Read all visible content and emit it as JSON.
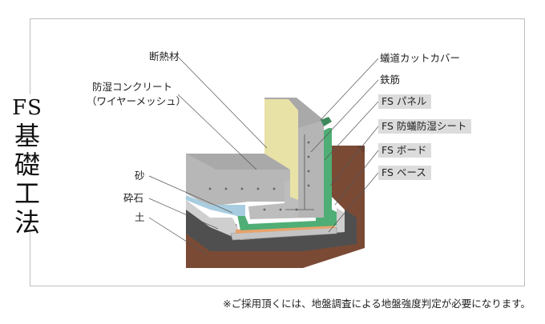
{
  "title": {
    "line1": "FS",
    "line2": "基",
    "line3": "礎",
    "line4": "工",
    "line5": "法"
  },
  "labels": {
    "insulation": "断熱材",
    "concrete": "防湿コンクリート",
    "wire_mesh": "（ワイヤーメッシュ）",
    "sand": "砂",
    "gravel": "砕石",
    "soil": "土",
    "termite_cover": "蟻道カットカバー",
    "rebar": "鉄筋",
    "fs_panel": "FS パネル",
    "fs_sheet": "FS 防蟻防湿シート",
    "fs_board": "FS ボード",
    "fs_base": "FS ベース"
  },
  "note": "※ご採用頂くには、地盤調査による地盤強度判定が必要になります。",
  "colors": {
    "soil": "#7a4a35",
    "gravel": "#555555",
    "sand": "#c9c9c9",
    "concrete": "#b9b9b9",
    "insulation": "#e9e2a6",
    "fs_sheet": "#4fae75",
    "fs_board": "#e9a36b",
    "fs_base": "#bcbcbc"
  }
}
